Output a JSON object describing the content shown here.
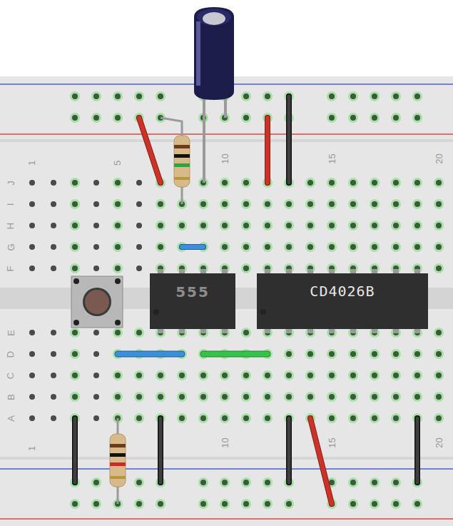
{
  "diagram": {
    "nodes": [
      {
        "text": [
          "555"
        ]
      },
      {
        "text": [
          "CD4026B"
        ]
      }
    ],
    "labels": [
      "1",
      "5",
      "10",
      "15",
      "20",
      "J",
      "I",
      "H",
      "G",
      "F",
      "E",
      "D",
      "C",
      "B",
      "A",
      "1",
      "10",
      "15",
      "20"
    ]
  }
}
